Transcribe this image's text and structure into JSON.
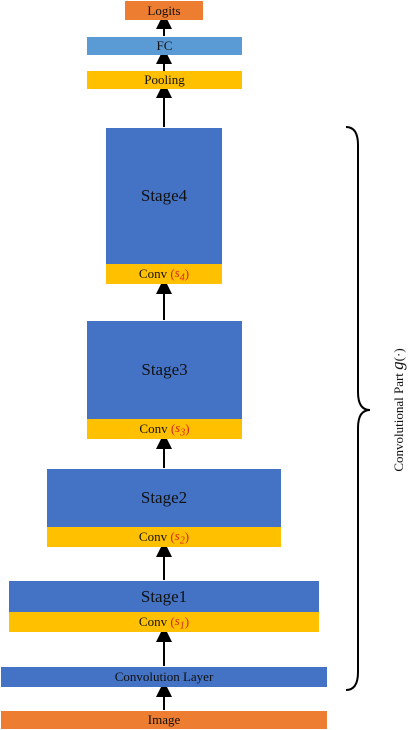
{
  "blocks": {
    "logits": "Logits",
    "fc": "FC",
    "pooling": "Pooling",
    "stage4": "Stage4",
    "stage3": "Stage3",
    "stage2": "Stage2",
    "stage1": "Stage1",
    "conv_label": "Conv",
    "conv_layer": "Convolution Layer",
    "image": "Image"
  },
  "conv_params": {
    "s4": "s",
    "s4_idx": "4",
    "s3": "s",
    "s3_idx": "3",
    "s2": "s",
    "s2_idx": "2",
    "s1": "s",
    "s1_idx": "1"
  },
  "brace_label": {
    "text": "Convolutional Part",
    "func": "g",
    "arg": "(·)"
  },
  "colors": {
    "orange": "#ED7D31",
    "light_blue": "#5B9BD5",
    "gold": "#FFC000",
    "blue": "#4472C4",
    "param_red": "#d9261c"
  }
}
